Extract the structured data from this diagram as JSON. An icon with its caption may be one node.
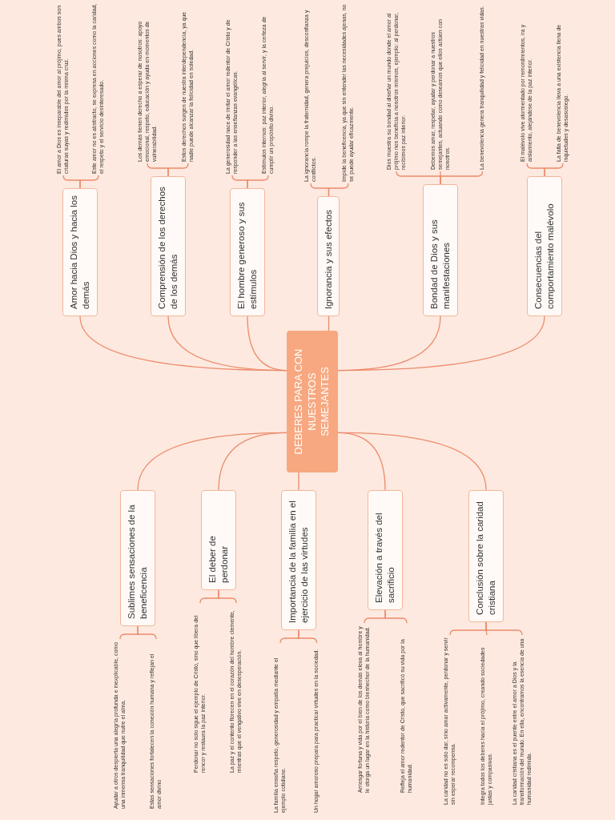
{
  "diagram": {
    "nodes": [
      {
        "text": [
          "DEBERES PARA CON NUESTROS SEMEJANTES"
        ]
      },
      {
        "text": [
          "Amor hacia Dios y hacia los demás"
        ]
      },
      {
        "text": [
          "El amor a Dios es inseparable del amor al prójimo, pues ambos son criaturas suyas y redimidos por la misma cruz."
        ]
      },
      {
        "text": [
          "Este amor no es abstracto, se expresa en acciones como la caridad, el respeto y el servicio desinteresado."
        ]
      },
      {
        "text": [
          "Comprensión de los derechos de los demás"
        ]
      },
      {
        "text": [
          "Los demás tienen derecho a esperar de nosotros: apoyo emocional, respeto, educación y ayuda en momentos de vulnerabilidad."
        ]
      },
      {
        "text": [
          "Estos derechos surgen de nuestra interdependencia, ya que nadie puede alcanzar la felicidad en soledad."
        ]
      },
      {
        "text": [
          "El hombre generoso y sus estímulos"
        ]
      },
      {
        "text": [
          "La generosidad nace de imitar el amor redentor de Cristo y de responder a las enseñanzas evangélicas."
        ]
      },
      {
        "text": [
          "Estímulos internos: paz interior, alegría al servir, y la certeza de cumplir un propósito divino."
        ]
      },
      {
        "text": [
          "Ignorancia y sus efectos"
        ]
      },
      {
        "text": [
          "La ignorancia rompe la fraternidad, genera prejuicios, desconfianza y conflictos."
        ]
      },
      {
        "text": [
          "Impide la beneficencia, ya que sin entender las necesidades ajenas, no se puede ayudar eficazmente."
        ]
      },
      {
        "text": [
          "Bondad de Dios y sus manifestaciones"
        ]
      },
      {
        "text": [
          "Dios muestra su bondad al diseñar un mundo donde el amor al prójimo nos beneficia a nosotros mismos, ejemplo: al perdonar, recibimos paz interior."
        ]
      },
      {
        "text": [
          "Debemos amar, respetar, ayudar y perdonar a nuestros semejantes, actuando como deseamos que ellos actúen con nosotros."
        ]
      },
      {
        "text": [
          "La benevolencia genera tranquilidad y felicidad en nuestras vidas."
        ]
      },
      {
        "text": [
          "Consecuencias del comportamiento malévolo"
        ]
      },
      {
        "text": [
          "El malévolo vive atormentado por remordimientos, ira y aislamiento, alejándose de la paz interior."
        ]
      },
      {
        "text": [
          "La falta de benevolencia lleva a una existencia llena de inquietudes y desasosiego."
        ]
      },
      {
        "text": [
          "Sublimes sensaciones de la beneficencia"
        ]
      },
      {
        "text": [
          "Ayudar a otros despierta una alegría profunda e inexplicable, como una inmensa tranquilidad que nutre el alma."
        ]
      },
      {
        "text": [
          "Estas sensaciones fortalecen la conexión humana y reflejan el amor divino"
        ]
      },
      {
        "text": [
          "El deber de perdonar"
        ]
      },
      {
        "text": [
          "Perdonar no solo sigue el ejemplo de Cristo, sino que libera del rencor y restaura la paz interior."
        ]
      },
      {
        "text": [
          "La paz y el contento florecen en el corazón del hombre clemente, mientras que el vengativo vive en desesperación."
        ]
      },
      {
        "text": [
          "Importancia de la familia en el ejercicio de las virtudes"
        ]
      },
      {
        "text": [
          "La familia enseña respeto, generosidad y empatía mediante el ejemplo cotidiano."
        ]
      },
      {
        "text": [
          "Un hogar amoroso prepara para practicar virtudes en la sociedad."
        ]
      },
      {
        "text": [
          "Elevación a través del sacrificio"
        ]
      },
      {
        "text": [
          "Arriesgar fortuna y vida por el bien de los demás eleva al hombre y le otorga un lugar en la historia como bienhechor de la humanidad."
        ]
      },
      {
        "text": [
          "Refleja el amor redentor de Cristo, que sacrificó su vida por la humanidad."
        ]
      },
      {
        "text": [
          "Conclusión sobre la caridad cristiana"
        ]
      },
      {
        "text": [
          "La caridad no es solo dar, sino amar activamente, perdonar y servir sin esperar recompensa."
        ]
      },
      {
        "text": [
          "Integra todos los deberes hacia el prójimo, creando sociedades justas y compasivas."
        ]
      },
      {
        "text": [
          "La caridad cristiana es el puente entre el amor a Dios y la transformación del mundo. En ella, encontramos la esencia de una humanidad redimida."
        ]
      }
    ],
    "edges": [
      {
        "from": 0,
        "to": 1,
        "arrow": "none"
      },
      {
        "from": 1,
        "to": 2,
        "arrow": "none"
      },
      {
        "from": 1,
        "to": 3,
        "arrow": "none"
      },
      {
        "from": 0,
        "to": 4,
        "arrow": "none"
      },
      {
        "from": 4,
        "to": 5,
        "arrow": "none"
      },
      {
        "from": 4,
        "to": 6,
        "arrow": "none"
      },
      {
        "from": 0,
        "to": 7,
        "arrow": "none"
      },
      {
        "from": 7,
        "to": 8,
        "arrow": "none"
      },
      {
        "from": 7,
        "to": 9,
        "arrow": "none"
      },
      {
        "from": 0,
        "to": 10,
        "arrow": "none"
      },
      {
        "from": 10,
        "to": 11,
        "arrow": "none"
      },
      {
        "from": 10,
        "to": 12,
        "arrow": "none"
      },
      {
        "from": 0,
        "to": 13,
        "arrow": "none"
      },
      {
        "from": 13,
        "to": 14,
        "arrow": "none"
      },
      {
        "from": 13,
        "to": 15,
        "arrow": "none"
      },
      {
        "from": 13,
        "to": 16,
        "arrow": "none"
      },
      {
        "from": 0,
        "to": 17,
        "arrow": "none"
      },
      {
        "from": 17,
        "to": 18,
        "arrow": "none"
      },
      {
        "from": 17,
        "to": 19,
        "arrow": "none"
      },
      {
        "from": 0,
        "to": 20,
        "arrow": "none"
      },
      {
        "from": 20,
        "to": 21,
        "arrow": "none"
      },
      {
        "from": 20,
        "to": 22,
        "arrow": "none"
      },
      {
        "from": 0,
        "to": 23,
        "arrow": "none"
      },
      {
        "from": 23,
        "to": 24,
        "arrow": "none"
      },
      {
        "from": 23,
        "to": 25,
        "arrow": "none"
      },
      {
        "from": 0,
        "to": 26,
        "arrow": "none"
      },
      {
        "from": 26,
        "to": 27,
        "arrow": "none"
      },
      {
        "from": 26,
        "to": 28,
        "arrow": "none"
      },
      {
        "from": 0,
        "to": 29,
        "arrow": "none"
      },
      {
        "from": 29,
        "to": 30,
        "arrow": "none"
      },
      {
        "from": 29,
        "to": 31,
        "arrow": "none"
      },
      {
        "from": 0,
        "to": 32,
        "arrow": "none"
      },
      {
        "from": 32,
        "to": 33,
        "arrow": "none"
      },
      {
        "from": 32,
        "to": 34,
        "arrow": "none"
      },
      {
        "from": 32,
        "to": 35,
        "arrow": "none"
      }
    ]
  }
}
